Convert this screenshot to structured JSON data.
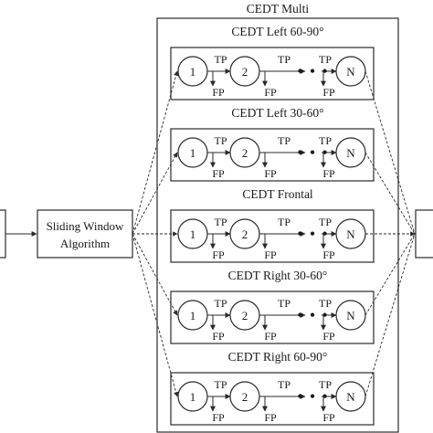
{
  "multi_title": "CEDT Multi",
  "sliding_window": {
    "line1": "Sliding Window",
    "line2": "Algorithm"
  },
  "groups": [
    {
      "title": "CEDT Left 60-90°"
    },
    {
      "title": "CEDT Left 30-60°"
    },
    {
      "title": "CEDT Frontal"
    },
    {
      "title": "CEDT Right 30-60°"
    },
    {
      "title": "CEDT Right 60-90°"
    }
  ],
  "node_labels": [
    "1",
    "2",
    "N"
  ],
  "tp_label": "TP",
  "fp_label": "FP",
  "ellipsis": "• • •"
}
